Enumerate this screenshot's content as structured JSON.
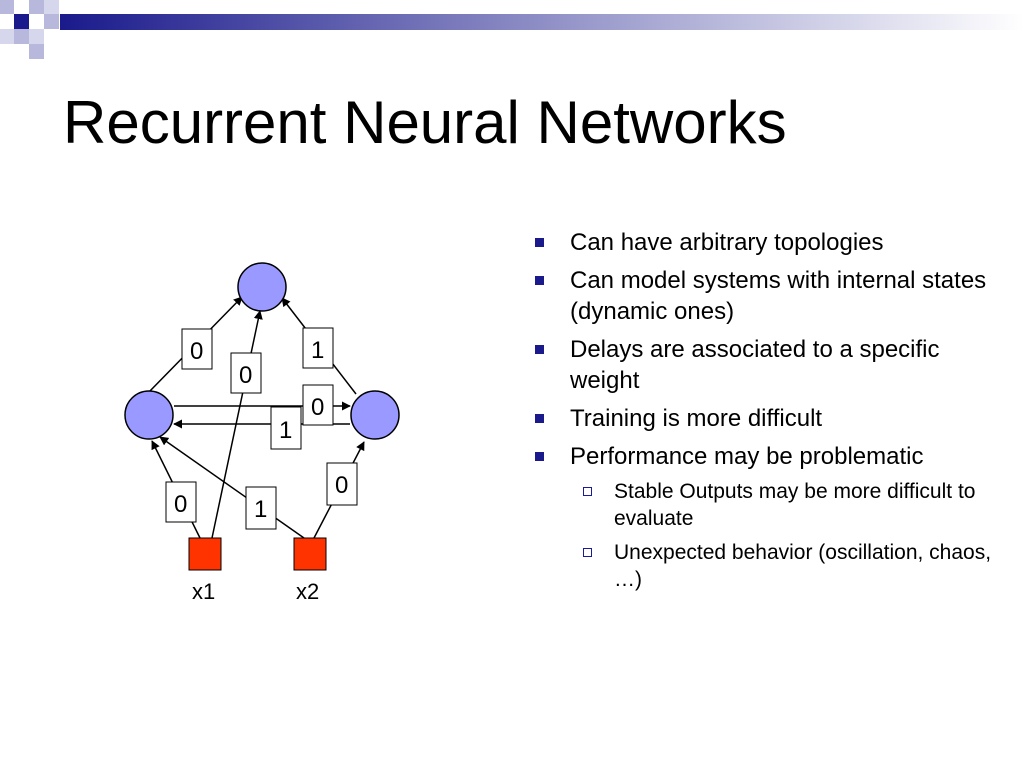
{
  "slide": {
    "title": "Recurrent Neural Networks"
  },
  "colors": {
    "accent": "#1a1a8c",
    "node_fill": "#9999ff",
    "input_fill": "#ff3300"
  },
  "diagram": {
    "weights": {
      "top_left": "0",
      "top_mid": "0",
      "top_right": "1",
      "right_to_left": "1",
      "left_to_right": "0",
      "x1_left": "0",
      "x2_left": "1",
      "x2_right": "0"
    },
    "inputs": {
      "x1": "x1",
      "x2": "x2"
    }
  },
  "bullets": {
    "b1": "Can have arbitrary topologies",
    "b2": "Can model systems with internal states (dynamic ones)",
    "b3": "Delays are associated to a specific weight",
    "b4": "Training is more difficult",
    "b5": "Performance may be problematic",
    "s1": "Stable Outputs may be more difficult to evaluate",
    "s2": "Unexpected behavior (oscillation, chaos, …)"
  }
}
